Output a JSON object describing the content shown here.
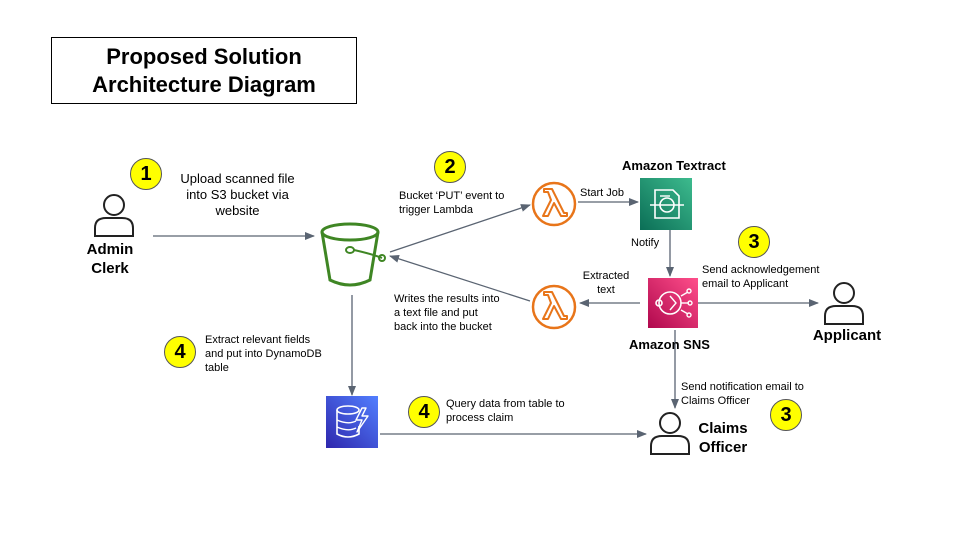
{
  "title": {
    "line1": "Proposed Solution",
    "line2": "Architecture Diagram"
  },
  "actors": {
    "admin_clerk": {
      "line1": "Admin",
      "line2": "Clerk"
    },
    "applicant": "Applicant",
    "claims_officer": {
      "line1": "Claims",
      "line2": "Officer"
    }
  },
  "services": {
    "textract": "Amazon Textract",
    "sns": "Amazon SNS"
  },
  "badges": {
    "b1": "1",
    "b2": "2",
    "b3a": "3",
    "b3b": "3",
    "b4a": "4",
    "b4b": "4"
  },
  "labels": {
    "upload": {
      "l1": "Upload scanned file",
      "l2": "into S3 bucket via",
      "l3": "website"
    },
    "put_event": {
      "l1": "Bucket ‘PUT’ event to",
      "l2": "trigger Lambda"
    },
    "start_job": "Start Job",
    "notify": "Notify",
    "extracted": {
      "l1": "Extracted",
      "l2": "text"
    },
    "writes": {
      "l1": "Writes the results into",
      "l2": "a text file and put",
      "l3": "back into the bucket"
    },
    "send_ack": {
      "l1": "Send acknowledgement",
      "l2": "email to Applicant"
    },
    "extract_fields": {
      "l1": "Extract relevant fields",
      "l2": "and put into DynamoDB",
      "l3": "table"
    },
    "query": {
      "l1": "Query data from table to",
      "l2": "process claim"
    },
    "send_notif": {
      "l1": "Send notification email to",
      "l2": "Claims Officer"
    }
  },
  "colors": {
    "arrow": "#5a6472",
    "s3_green": "#3f8624",
    "lambda_orange": "#e8751a",
    "textract_teal": "#1a8a6e",
    "sns_pink": "#d6245c",
    "dynamo_blue": "#3b48cc",
    "badge_yellow": "#ffff00"
  }
}
